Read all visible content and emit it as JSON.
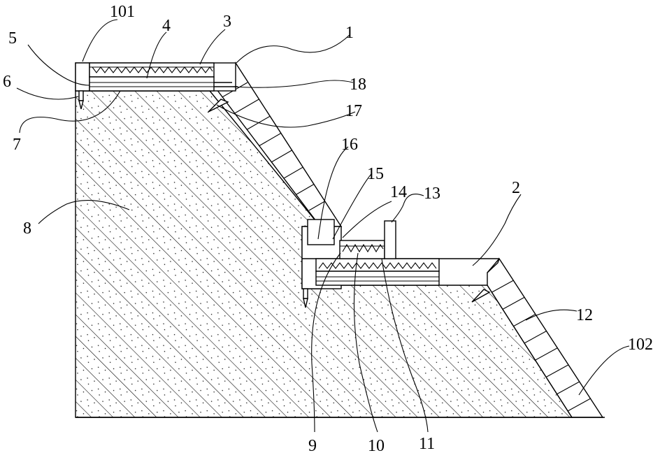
{
  "labels": {
    "l1": "1",
    "l2": "2",
    "l3": "3",
    "l4": "4",
    "l5": "5",
    "l6": "6",
    "l7": "7",
    "l8": "8",
    "l9": "9",
    "l10": "10",
    "l11": "11",
    "l12": "12",
    "l13": "13",
    "l14": "14",
    "l15": "15",
    "l16": "16",
    "l17": "17",
    "l18": "18",
    "l101": "101",
    "l102": "102"
  }
}
